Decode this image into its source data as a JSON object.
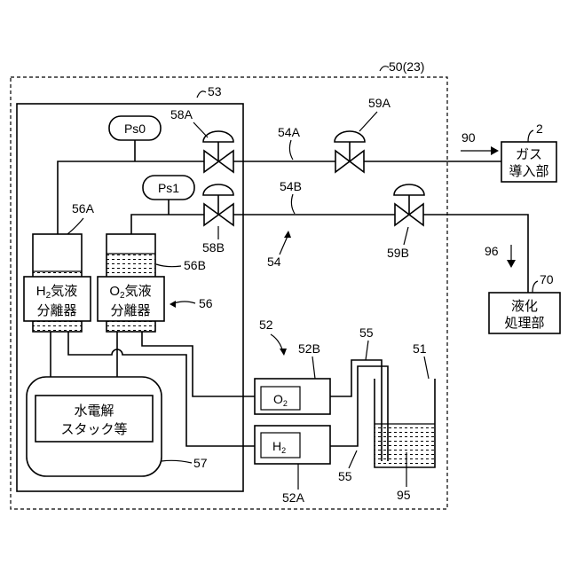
{
  "labels": {
    "system": "50(23)",
    "frame53": "53",
    "ps0": "Ps0",
    "ps1": "Ps1",
    "v58A": "58A",
    "v58B": "58B",
    "v59A": "59A",
    "v59B": "59B",
    "l54A": "54A",
    "l54B": "54B",
    "l54": "54",
    "l56A": "56A",
    "l56B": "56B",
    "l56": "56",
    "l57": "57",
    "l52": "52",
    "l52A": "52A",
    "l52B": "52B",
    "l55a": "55",
    "l55b": "55",
    "l51": "51",
    "l95": "95",
    "l90": "90",
    "l96": "96",
    "l2": "2",
    "l70": "70"
  },
  "boxes": {
    "h2_sep_sym": "H",
    "h2_sep_sub": "2",
    "h2_sep_line1": "気液",
    "h2_sep_line2": "分離器",
    "o2_sep_sym": "O",
    "o2_sep_sub": "2",
    "o2_sep_line1": "気液",
    "o2_sep_line2": "分離器",
    "stack_line1": "水電解",
    "stack_line2": "スタック等",
    "o2_sym": "O",
    "o2_sub": "2",
    "h2_sym": "H",
    "h2_sub": "2",
    "gas_line1": "ガス",
    "gas_line2": "導入部",
    "liq_line1": "液化",
    "liq_line2": "処理部"
  }
}
